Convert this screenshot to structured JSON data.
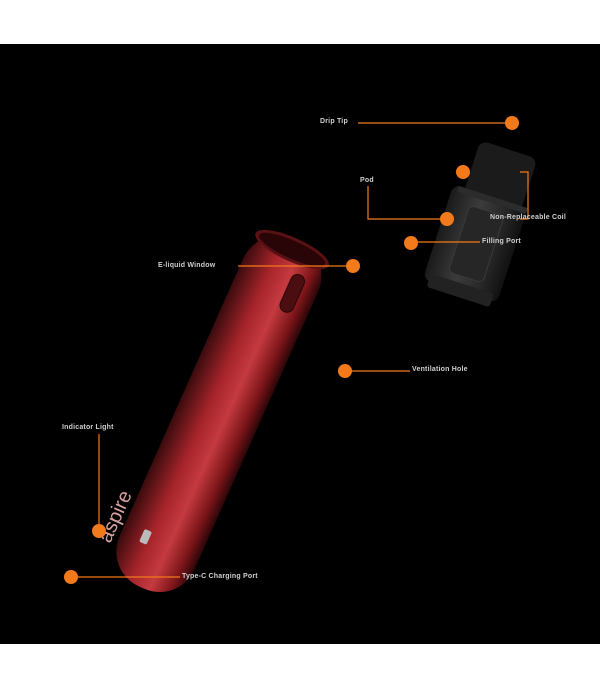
{
  "image": {
    "background": "#000000",
    "accent": "#f27a1a",
    "brand_on_device": "aspire"
  },
  "callouts": [
    {
      "id": "drip-tip",
      "label": "Drip Tip"
    },
    {
      "id": "pod",
      "label": "Pod"
    },
    {
      "id": "coil",
      "label": "Non-Replaceable Coil"
    },
    {
      "id": "filling-port",
      "label": "Filling Port"
    },
    {
      "id": "e-liquid-window",
      "label": "E-liquid Window"
    },
    {
      "id": "ventilation-hole",
      "label": "Ventilation Hole"
    },
    {
      "id": "indicator-light",
      "label": "Indicator Light"
    },
    {
      "id": "charging-port",
      "label": "Type-C Charging Port"
    }
  ]
}
